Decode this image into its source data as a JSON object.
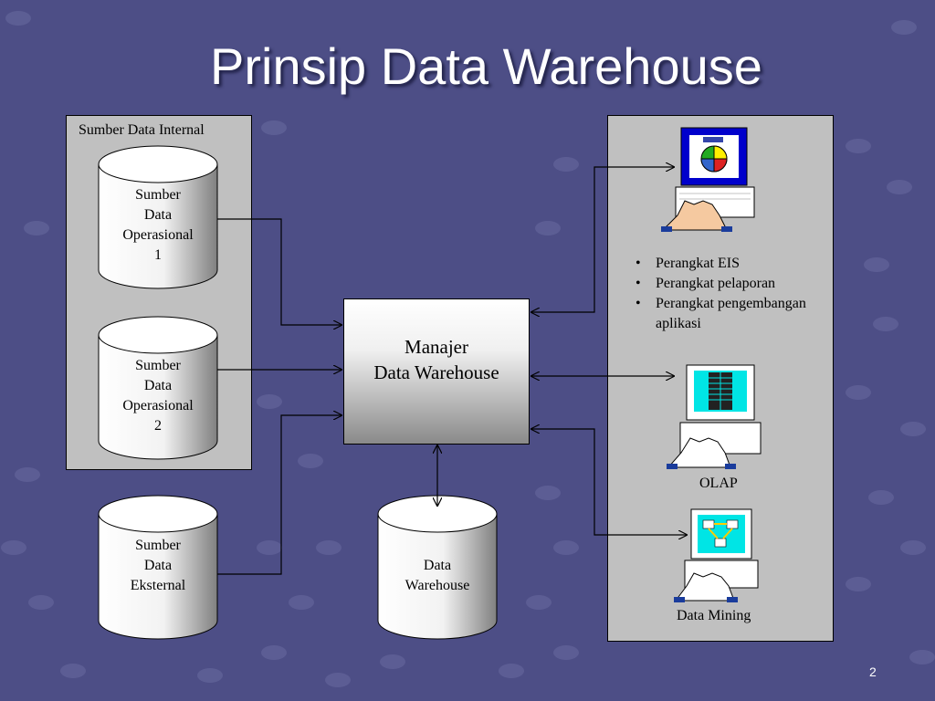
{
  "slide": {
    "title": "Prinsip Data Warehouse",
    "page_number": "2"
  },
  "internal_panel": {
    "label": "Sumber Data Internal"
  },
  "sources": [
    {
      "lines": [
        "Sumber",
        "Data",
        "Operasional",
        "1"
      ]
    },
    {
      "lines": [
        "Sumber",
        "Data",
        "Operasional",
        "2"
      ]
    },
    {
      "lines": [
        "Sumber",
        "Data",
        "Eksternal"
      ]
    }
  ],
  "manager": {
    "line1": "Manajer",
    "line2": "Data Warehouse"
  },
  "warehouse": {
    "lines": [
      "Data",
      "Warehouse"
    ]
  },
  "tools": {
    "items": [
      "Perangkat EIS",
      "Perangkat pelaporan",
      "Perangkat pengembangan aplikasi"
    ],
    "olap_label": "OLAP",
    "mining_label": "Data Mining"
  },
  "colors": {
    "background": "#4d4e86",
    "panel": "#c0c0c0",
    "screen_blue": "#0000cc",
    "screen_cyan": "#00e5e5"
  }
}
